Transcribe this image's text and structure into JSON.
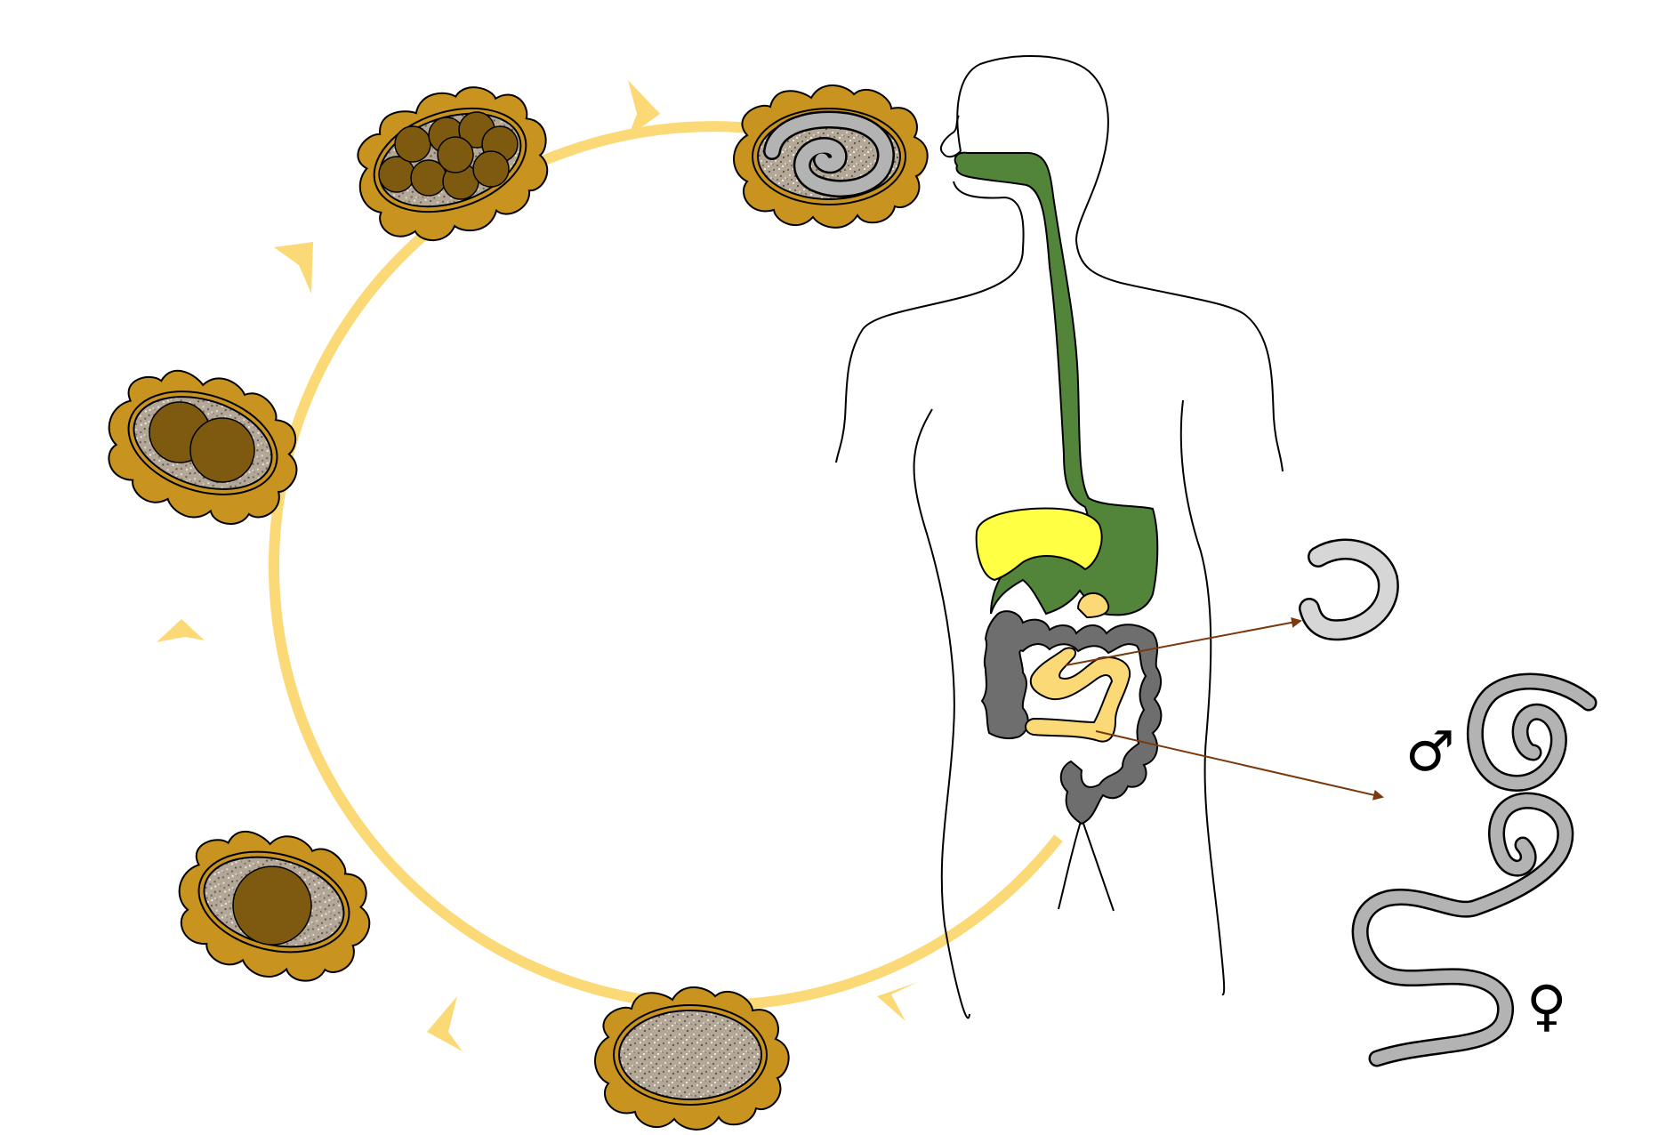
{
  "diagram": {
    "cycle_color": "#fcd977",
    "egg_shell_color": "#c8941f",
    "egg_interior_color": "#b5a899",
    "cell_color": "#7d5a10",
    "larva_color": "#b3b3b3",
    "esophagus_stomach_color": "#52853a",
    "liver_color": "#ffff44",
    "small_intestine_color": "#fcd977",
    "large_intestine_color": "#6e6e6e",
    "arrow_color": "#7a3a0e",
    "stages": [
      {
        "name": "unembryonated-egg",
        "cells": 0
      },
      {
        "name": "one-cell-egg",
        "cells": 1
      },
      {
        "name": "two-cell-egg",
        "cells": 2
      },
      {
        "name": "multicell-egg",
        "cells": 9
      },
      {
        "name": "larvated-egg",
        "cells": 0
      }
    ],
    "adult_symbols": {
      "male": "♂",
      "female": "♀"
    }
  }
}
